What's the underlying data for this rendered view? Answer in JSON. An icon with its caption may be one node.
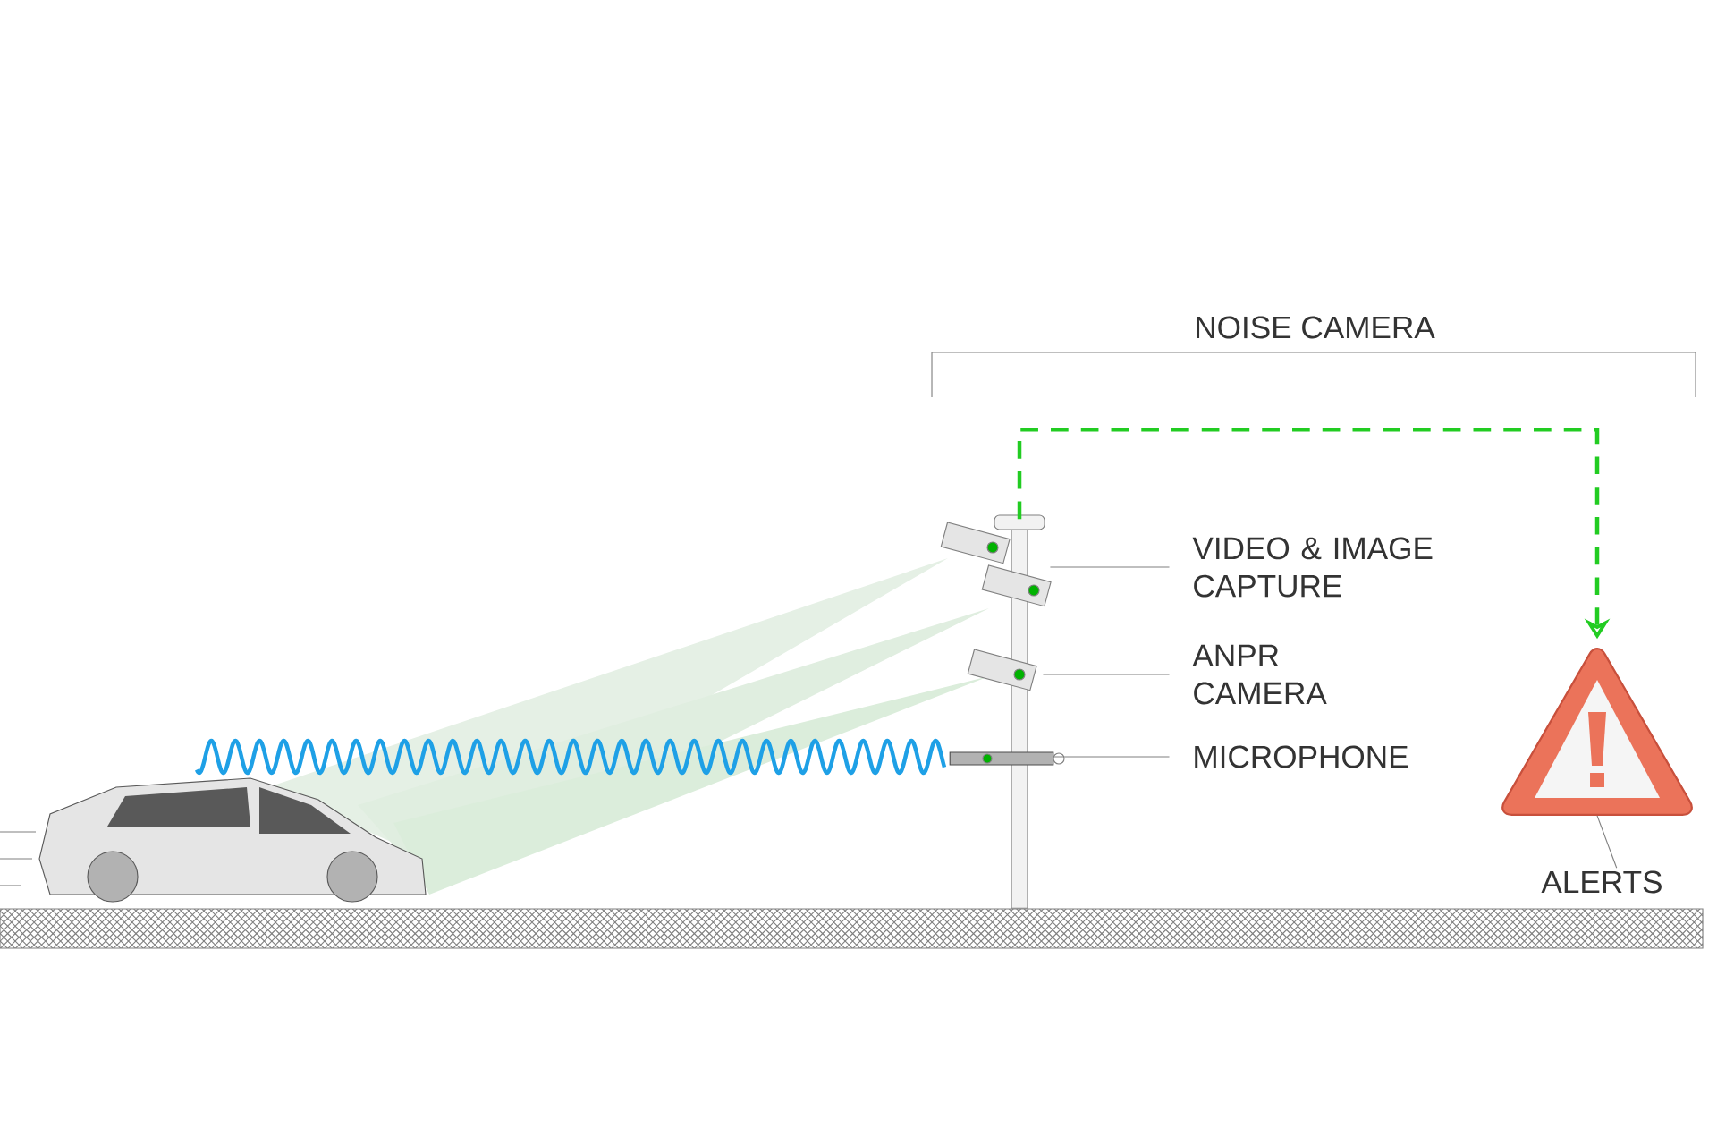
{
  "diagram": {
    "nodes": [
      {
        "text": [
          "VIDEO & IMAGE CAPTURE"
        ]
      },
      {
        "text": [
          "ANPR CAMERA"
        ]
      },
      {
        "text": [
          "MICROPHONE"
        ]
      },
      {
        "text": [
          "ALERTS"
        ]
      },
      {
        "text": [],
        "shape": "picture"
      },
      {
        "text": [],
        "shape": "picture"
      },
      {
        "text": [],
        "shape": "picture"
      },
      {
        "text": [],
        "shape": "picture"
      },
      {
        "text": [],
        "shape": "triangle"
      }
    ],
    "edges": [
      {
        "from": 0,
        "to": 5,
        "arrow": "none"
      },
      {
        "from": 1,
        "to": 6,
        "arrow": "none"
      },
      {
        "from": 2,
        "to": 7,
        "arrow": "none"
      },
      {
        "from": 3,
        "to": 8,
        "arrow": "none"
      },
      {
        "from": 4,
        "to": 8,
        "arrow": "to",
        "style": "dashed",
        "color": "#22cc22"
      }
    ],
    "labels": [
      "NOISE CAMERA"
    ]
  }
}
